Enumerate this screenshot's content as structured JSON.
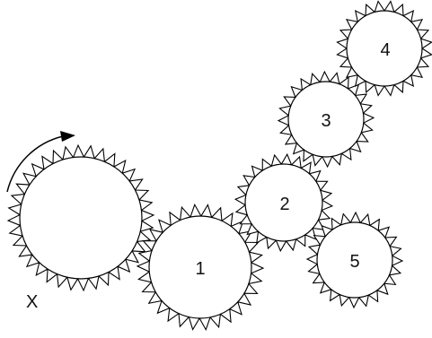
{
  "gears": [
    {
      "id": "X",
      "label": ""
    },
    {
      "id": "1",
      "label": "1"
    },
    {
      "id": "2",
      "label": "2"
    },
    {
      "id": "3",
      "label": "3"
    },
    {
      "id": "4",
      "label": "4"
    },
    {
      "id": "5",
      "label": "5"
    }
  ],
  "drive_gear_label": "X",
  "rotation_arrow": "clockwise",
  "colors": {
    "stroke": "#000000",
    "fill": "#ffffff"
  }
}
